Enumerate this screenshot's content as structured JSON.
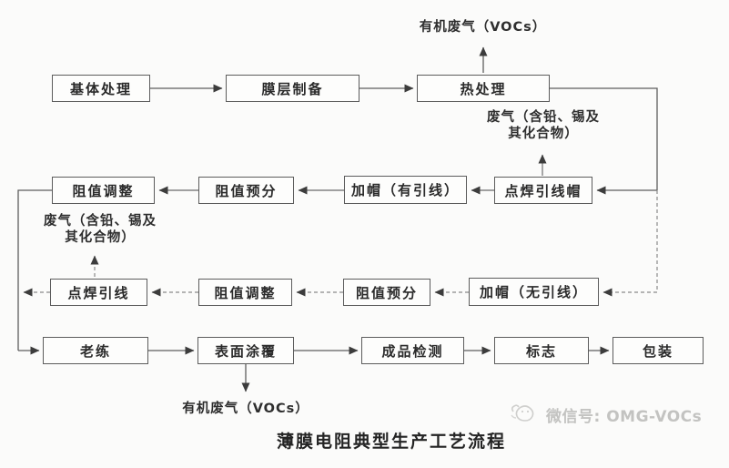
{
  "diagram": {
    "title": "薄膜电阻典型生产工艺流程",
    "nodes": {
      "base_treatment": "基体处理",
      "film_prep": "膜层制备",
      "heat_treatment": "热处理",
      "spot_weld_lead_cap": "点焊引线帽",
      "cap_with_leads": "加帽（有引线）",
      "presort_with_leads": "阻值预分",
      "adjust_with_leads": "阻值调整",
      "cap_no_leads": "加帽（无引线）",
      "presort_no_leads": "阻值预分",
      "adjust_no_leads": "阻值调整",
      "spot_weld_leads": "点焊引线",
      "aging": "老练",
      "surface_coating": "表面涂覆",
      "final_inspection": "成品检测",
      "marking": "标志",
      "packaging": "包装"
    },
    "annotations": {
      "vocs_top": "有机废气（VOCs）",
      "waste_gas_right_line1": "废气（含铅、锡及",
      "waste_gas_right_line2": "其化合物）",
      "waste_gas_left_line1": "废气（含铅、锡及",
      "waste_gas_left_line2": "其化合物）",
      "vocs_bottom": "有机废气（VOCs）"
    },
    "edges": [
      {
        "from": "base_treatment",
        "to": "film_prep"
      },
      {
        "from": "film_prep",
        "to": "heat_treatment"
      },
      {
        "from": "heat_treatment",
        "to": "vocs_top",
        "type": "emission"
      },
      {
        "from": "heat_treatment",
        "to": "spot_weld_lead_cap"
      },
      {
        "from": "heat_treatment",
        "to": "cap_no_leads"
      },
      {
        "from": "spot_weld_lead_cap",
        "to": "waste_gas_right",
        "type": "emission"
      },
      {
        "from": "spot_weld_lead_cap",
        "to": "cap_with_leads"
      },
      {
        "from": "cap_with_leads",
        "to": "presort_with_leads"
      },
      {
        "from": "presort_with_leads",
        "to": "adjust_with_leads"
      },
      {
        "from": "adjust_with_leads",
        "to": "aging"
      },
      {
        "from": "cap_no_leads",
        "to": "presort_no_leads"
      },
      {
        "from": "presort_no_leads",
        "to": "adjust_no_leads"
      },
      {
        "from": "adjust_no_leads",
        "to": "spot_weld_leads"
      },
      {
        "from": "spot_weld_leads",
        "to": "waste_gas_left",
        "type": "emission"
      },
      {
        "from": "spot_weld_leads",
        "to": "aging"
      },
      {
        "from": "aging",
        "to": "surface_coating"
      },
      {
        "from": "surface_coating",
        "to": "vocs_bottom",
        "type": "emission"
      },
      {
        "from": "surface_coating",
        "to": "final_inspection"
      },
      {
        "from": "final_inspection",
        "to": "marking"
      },
      {
        "from": "marking",
        "to": "packaging"
      }
    ],
    "colors": {
      "line": "#5e5e5e",
      "dashed_line": "#8a8a8a",
      "box_border": "#5c5c5c",
      "text": "#2a2a2a",
      "watermark": "#c3c3c1"
    }
  },
  "watermark": {
    "label": "微信号: OMG-VOCs"
  }
}
